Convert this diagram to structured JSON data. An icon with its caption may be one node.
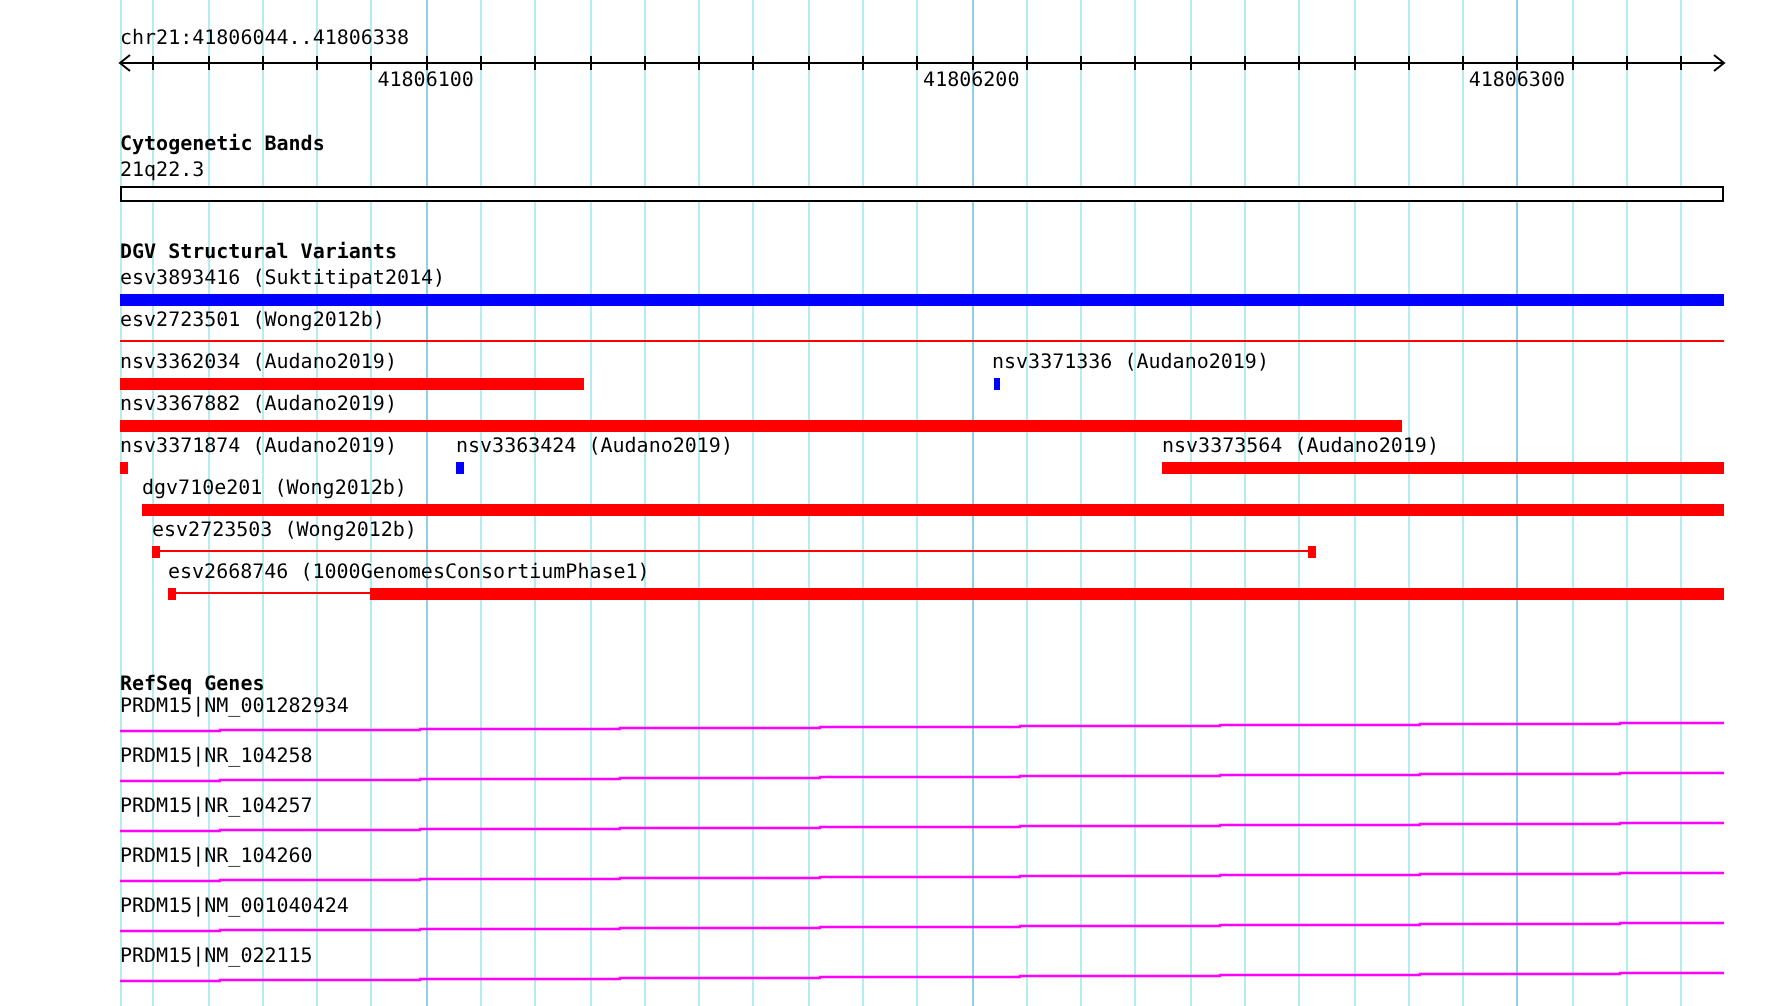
{
  "diagram": {
    "nodes": [
      {
        "text": [
          "Cytogenetic Bands"
        ]
      },
      {
        "text": [
          "21q22.3"
        ],
        "in": 0
      },
      {
        "text": [
          "DGV Structural Variants"
        ]
      },
      {
        "text": [
          "esv3893416 (Suktitipat2014)"
        ],
        "in": 2
      },
      {
        "text": [
          "esv2723501 (Wong2012b)"
        ],
        "in": 2
      },
      {
        "text": [
          "nsv3362034 (Audano2019)"
        ],
        "in": 2
      },
      {
        "text": [
          "nsv3371336 (Audano2019)"
        ],
        "in": 2
      },
      {
        "text": [
          "nsv3367882 (Audano2019)"
        ],
        "in": 2
      },
      {
        "text": [
          "nsv3371874 (Audano2019)"
        ],
        "in": 2
      },
      {
        "text": [
          "nsv3363424 (Audano2019)"
        ],
        "in": 2
      },
      {
        "text": [
          "nsv3373564 (Audano2019)"
        ],
        "in": 2
      },
      {
        "text": [
          "dgv710e201 (Wong2012b)"
        ],
        "in": 2
      },
      {
        "text": [
          "esv2723503 (Wong2012b)"
        ],
        "in": 2
      },
      {
        "text": [
          "esv2668746 (1000GenomesConsortiumPhase1)"
        ],
        "in": 2
      },
      {
        "text": [
          "RefSeq Genes"
        ]
      },
      {
        "text": [
          "PRDM15|NM_001282934"
        ],
        "in": 14
      },
      {
        "text": [
          "PRDM15|NR_104258"
        ],
        "in": 14
      },
      {
        "text": [
          "PRDM15|NR_104257"
        ],
        "in": 14
      },
      {
        "text": [
          "PRDM15|NR_104260"
        ],
        "in": 14
      },
      {
        "text": [
          "PRDM15|NM_001040424"
        ],
        "in": 14
      },
      {
        "text": [
          "PRDM15|NM_022115"
        ],
        "in": 14
      }
    ],
    "labels": [
      "chr21:41806044..41806338",
      "41806100",
      "41806200",
      "41806300"
    ]
  }
}
